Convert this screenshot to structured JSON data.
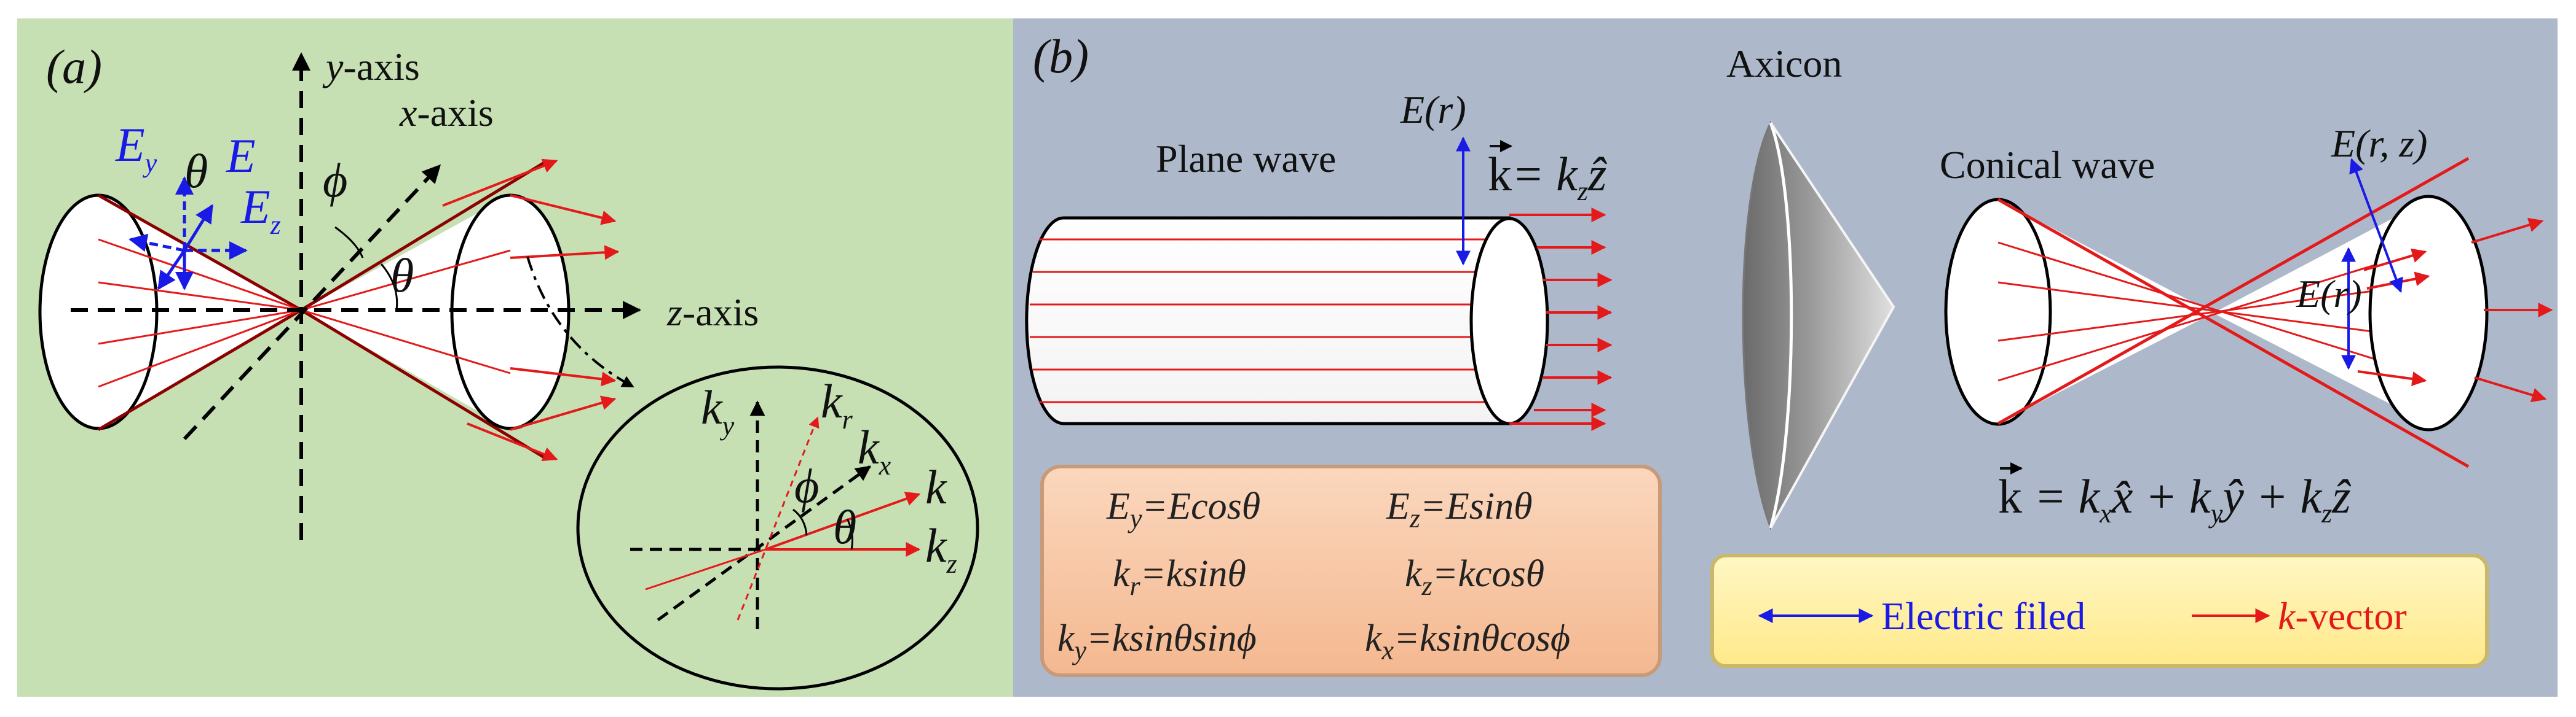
{
  "panel_a": {
    "tag": "(a)",
    "y_axis": "y-axis",
    "x_axis": "x-axis",
    "z_axis": "z-axis",
    "E": "E",
    "E_y": "E",
    "E_y_sub": "y",
    "E_z": "E",
    "E_z_sub": "z",
    "theta": "θ",
    "phi": "ϕ",
    "inset": {
      "k": "k",
      "k_y": "k",
      "k_y_sub": "y",
      "k_r": "k",
      "k_r_sub": "r",
      "k_x": "k",
      "k_x_sub": "x",
      "k_z": "k",
      "k_z_sub": "z",
      "phi": "ϕ",
      "theta": "θ"
    }
  },
  "panel_b": {
    "tag": "(b)",
    "axicon": "Axicon",
    "plane_wave": "Plane wave",
    "conical_wave": "Conical wave",
    "E_r": "E(r)",
    "E_r_inner": "E(r)",
    "E_rz": "E(r, z)",
    "k_plane": "k⃗ = kzẑ",
    "k_plane_vec": "k",
    "k_plane_rhs": "= k",
    "k_plane_sub": "z",
    "k_plane_hat": "ẑ",
    "k_conical_vec": "k",
    "k_conical_parts": [
      "= k",
      "x",
      "x̂",
      "+ k",
      "y",
      "ŷ",
      "+ k",
      "z",
      "ẑ"
    ],
    "equations": [
      [
        "E",
        "y",
        "=Ecos",
        "θ"
      ],
      [
        "E",
        "z",
        "=Esin",
        "θ"
      ],
      [
        "k",
        "r",
        "=ksin",
        "θ"
      ],
      [
        "k",
        "z",
        "=kcos",
        "θ"
      ],
      [
        "k",
        "y",
        "=ksin",
        "θsinϕ"
      ],
      [
        "k",
        "x",
        "=ksin",
        "θcosϕ"
      ]
    ],
    "legend": {
      "electric": "Electric filed",
      "kvector_k": "k",
      "kvector_rest": "-vector"
    }
  },
  "colors": {
    "panel_a_bg": "#c6e0b4",
    "panel_b_bg": "#adb9ca",
    "red": "#e41a1a",
    "blue": "#1a1ae6",
    "eq_box": "#f9c9a8",
    "legend_box": "#fff2a8"
  }
}
